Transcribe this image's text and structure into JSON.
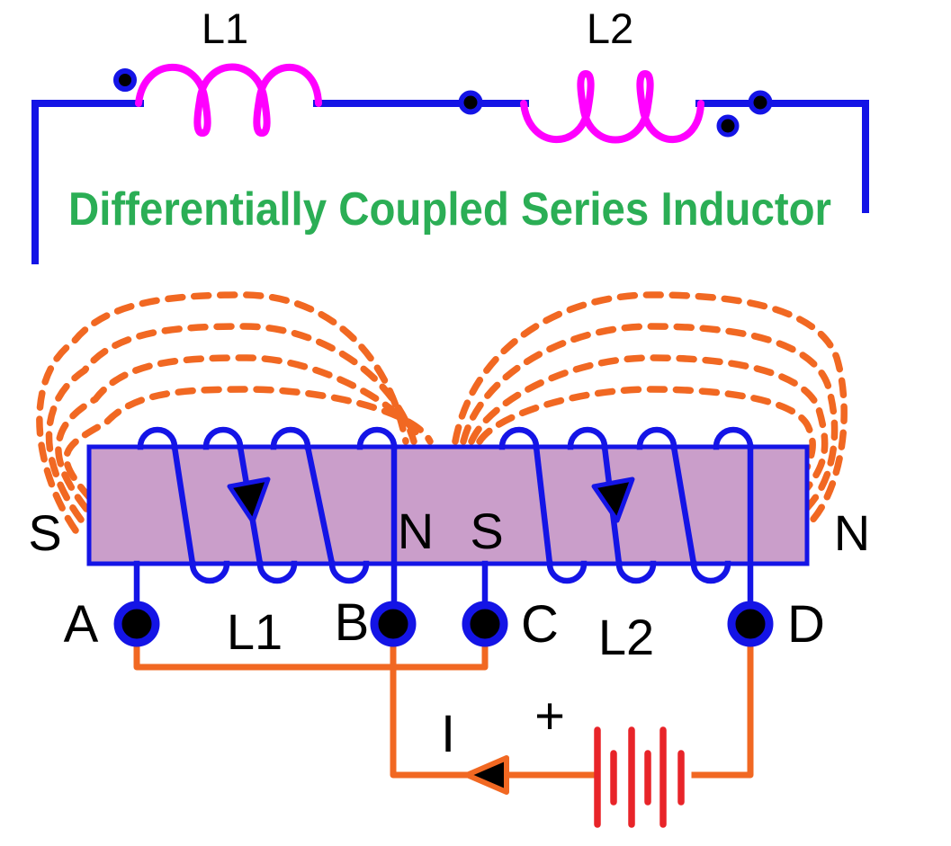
{
  "title": "Differentially Coupled Series Inductor",
  "schematic": {
    "inductor1": "L1",
    "inductor2": "L2"
  },
  "core": {
    "pole_outer_left": "S",
    "pole_inner_left": "N",
    "pole_inner_right": "S",
    "pole_outer_right": "N"
  },
  "terminals": {
    "a": "A",
    "b": "B",
    "c": "C",
    "d": "D"
  },
  "windings": {
    "left": "L1",
    "right": "L2"
  },
  "source": {
    "current": "I",
    "polarity": "+"
  },
  "colors": {
    "wire_blue": "#1414e6",
    "coil_magenta": "#ff00ff",
    "title_green": "#2bae55",
    "field_orange": "#f16822",
    "core_fill": "#ca9eca",
    "battery_red": "#e82429",
    "label_black": "#000000",
    "background": "#ffffff"
  }
}
